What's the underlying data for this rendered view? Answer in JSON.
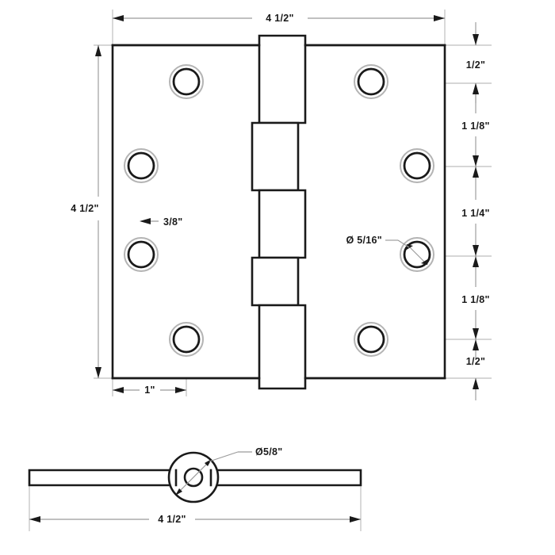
{
  "drawing": {
    "title": "Door Hinge Technical Drawing",
    "units": "inches",
    "views": {
      "front": {
        "name": "front-elevation-view",
        "overall_width": "4 1/2\"",
        "overall_height": "4 1/2\"",
        "hole_edge_offset": "3/8\"",
        "bottom_offset": "1\"",
        "screw_hole_diameter": "Ø 5/16\"",
        "vertical_segments": [
          "1/2\"",
          "1 1/8\"",
          "1 1/4\"",
          "1 1/8\"",
          "1/2\""
        ],
        "leaf_left": {
          "name": "left-leaf",
          "hole_count": 4
        },
        "leaf_right": {
          "name": "right-leaf",
          "hole_count": 4
        },
        "knuckle": {
          "name": "hinge-knuckle-barrel",
          "segment_count": 5
        }
      },
      "profile": {
        "name": "profile-section-view",
        "overall_width": "4 1/2\"",
        "pin_barrel_diameter": "Ø5/8\""
      }
    },
    "colors": {
      "object_line": "#1a1a1a",
      "dimension_line": "#9a9a9a",
      "extension_line": "#bdbdbd",
      "countersink_ring": "#b4b4b4",
      "background": "#ffffff"
    }
  },
  "labels": {
    "top_width": "4 1/2\"",
    "left_height": "4 1/2\"",
    "hole_offset": "3/8\"",
    "bottom_inset": "1\"",
    "hole_dia": "Ø 5/16\"",
    "pin_dia": "Ø5/8\"",
    "bottom_width": "4 1/2\"",
    "seg_1": "1/2\"",
    "seg_2": "1 1/8\"",
    "seg_3": "1 1/4\"",
    "seg_4": "1 1/8\"",
    "seg_5": "1/2\""
  }
}
